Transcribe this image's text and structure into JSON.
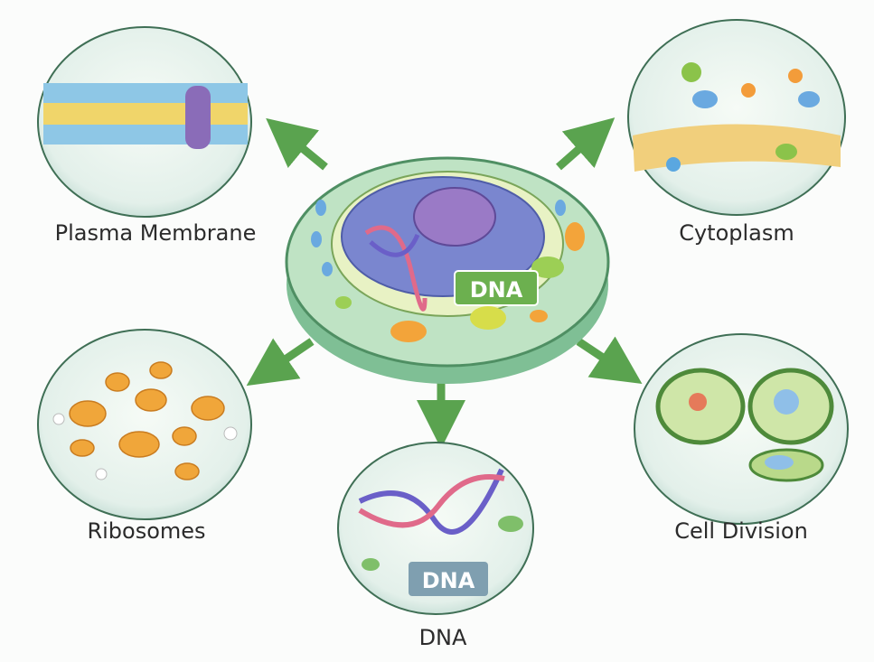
{
  "title": "Cell structure diagram",
  "center_cell": {
    "tag": "DNA"
  },
  "parts": [
    {
      "id": "plasma-membrane",
      "label": "Plasma Membrane"
    },
    {
      "id": "cytoplasm",
      "label": "Cytoplasm"
    },
    {
      "id": "ribosomes",
      "label": "Ribosomes"
    },
    {
      "id": "dna",
      "label": "DNA",
      "tag": "DNA"
    },
    {
      "id": "cell-division",
      "label": "Cell Division"
    }
  ],
  "colors": {
    "arrow": "#5aa34f",
    "cell": "#9fd3a6",
    "nucleus": "#6f7fc4",
    "ribosome": "#f0a63a",
    "tag": "#6cb04f",
    "dna_tag": "#7f9fb0"
  }
}
